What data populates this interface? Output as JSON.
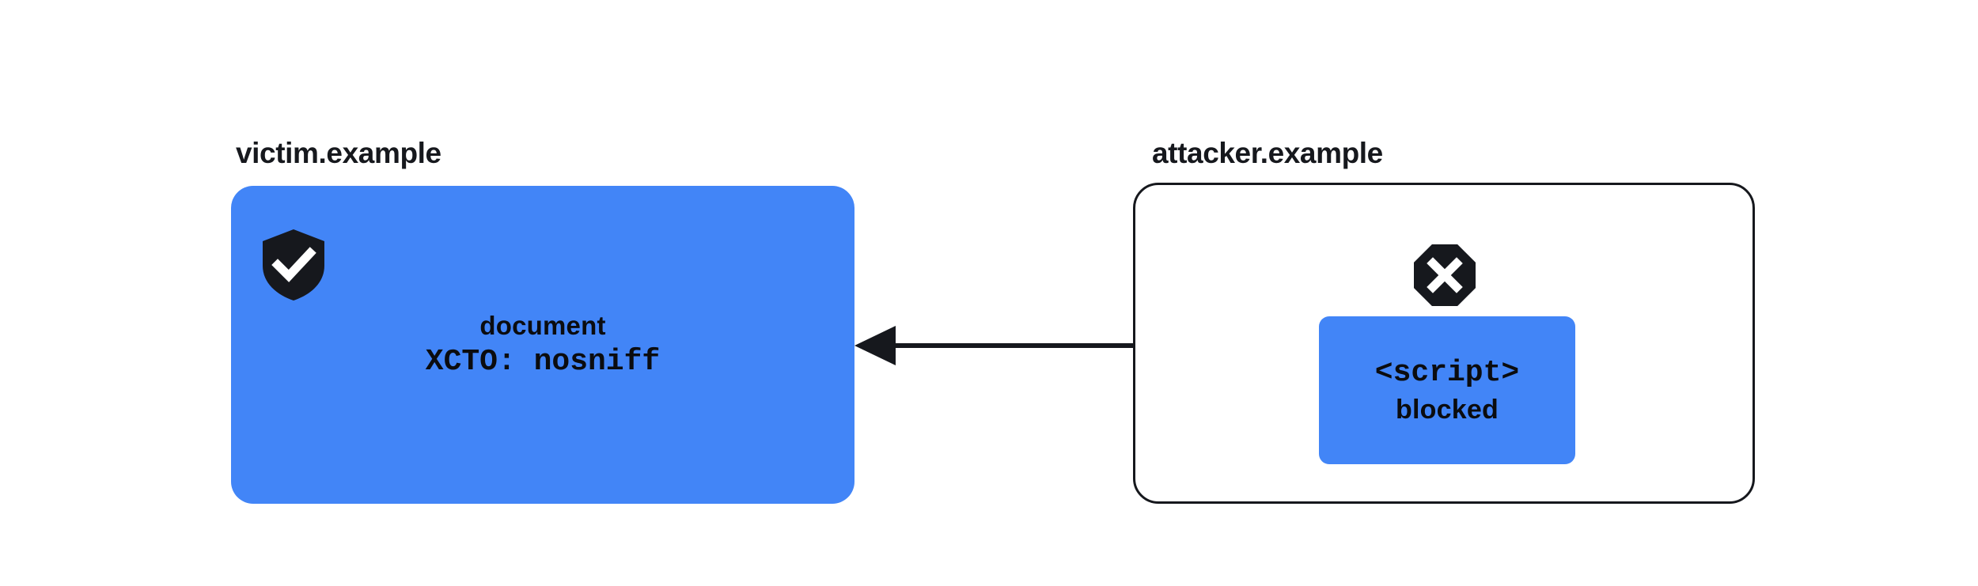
{
  "diagram": {
    "type": "security-flow-diagram",
    "description": "X-Content-Type-Options nosniff blocks cross-origin script execution",
    "colors": {
      "blue_fill": "#4285f7",
      "ink": "#16181d",
      "background": "#ffffff"
    }
  },
  "victim": {
    "origin_label": "victim.example",
    "shield_icon_name": "shield-check-icon",
    "resource_type": "document",
    "response_header": "XCTO: nosniff"
  },
  "attacker": {
    "origin_label": "attacker.example",
    "stop_icon_name": "octagon-x-icon",
    "script_tag": "<script>",
    "script_status": "blocked"
  },
  "arrow": {
    "name": "blocked-request-arrow",
    "direction": "right-to-left",
    "from": "attacker.example",
    "to": "victim.example"
  }
}
